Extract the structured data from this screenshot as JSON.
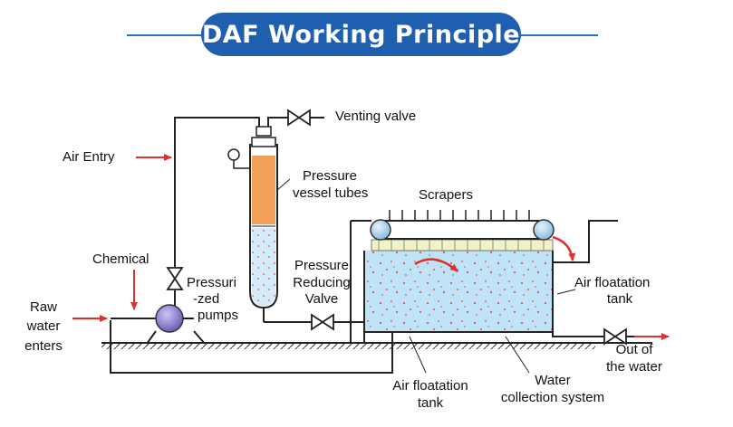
{
  "title": "DAF Working Principle",
  "labels": {
    "venting_valve": "Venting valve",
    "air_entry": "Air Entry",
    "pressure_vessel_line1": "Pressure",
    "pressure_vessel_line2": "vessel tubes",
    "scrapers": "Scrapers",
    "chemical": "Chemical",
    "pressurized_pumps_line1": "Pressuri",
    "pressurized_pumps_line2": "-zed",
    "pressurized_pumps_line3": "pumps",
    "reducing_valve_line1": "Pressure",
    "reducing_valve_line2": "Reducing",
    "reducing_valve_line3": "Valve",
    "raw_water_line1": "Raw",
    "raw_water_line2": "water",
    "raw_water_line3": "enters",
    "air_floatation_tank_right_line1": "Air floatation",
    "air_floatation_tank_right_line2": "tank",
    "out_of_water_line1": "Out of",
    "out_of_water_line2": "the water",
    "air_floatation_tank_bottom_line1": "Air floatation",
    "air_floatation_tank_bottom_line2": "tank",
    "water_collection_line1": "Water",
    "water_collection_line2": "collection system"
  },
  "colors": {
    "title_bg": "#1f5fb0",
    "arrow_red": "#e0302a",
    "water_blue": "#bfe3f7",
    "vessel_orange": "#f5a05a",
    "pump_purple": "#8a78c8"
  }
}
